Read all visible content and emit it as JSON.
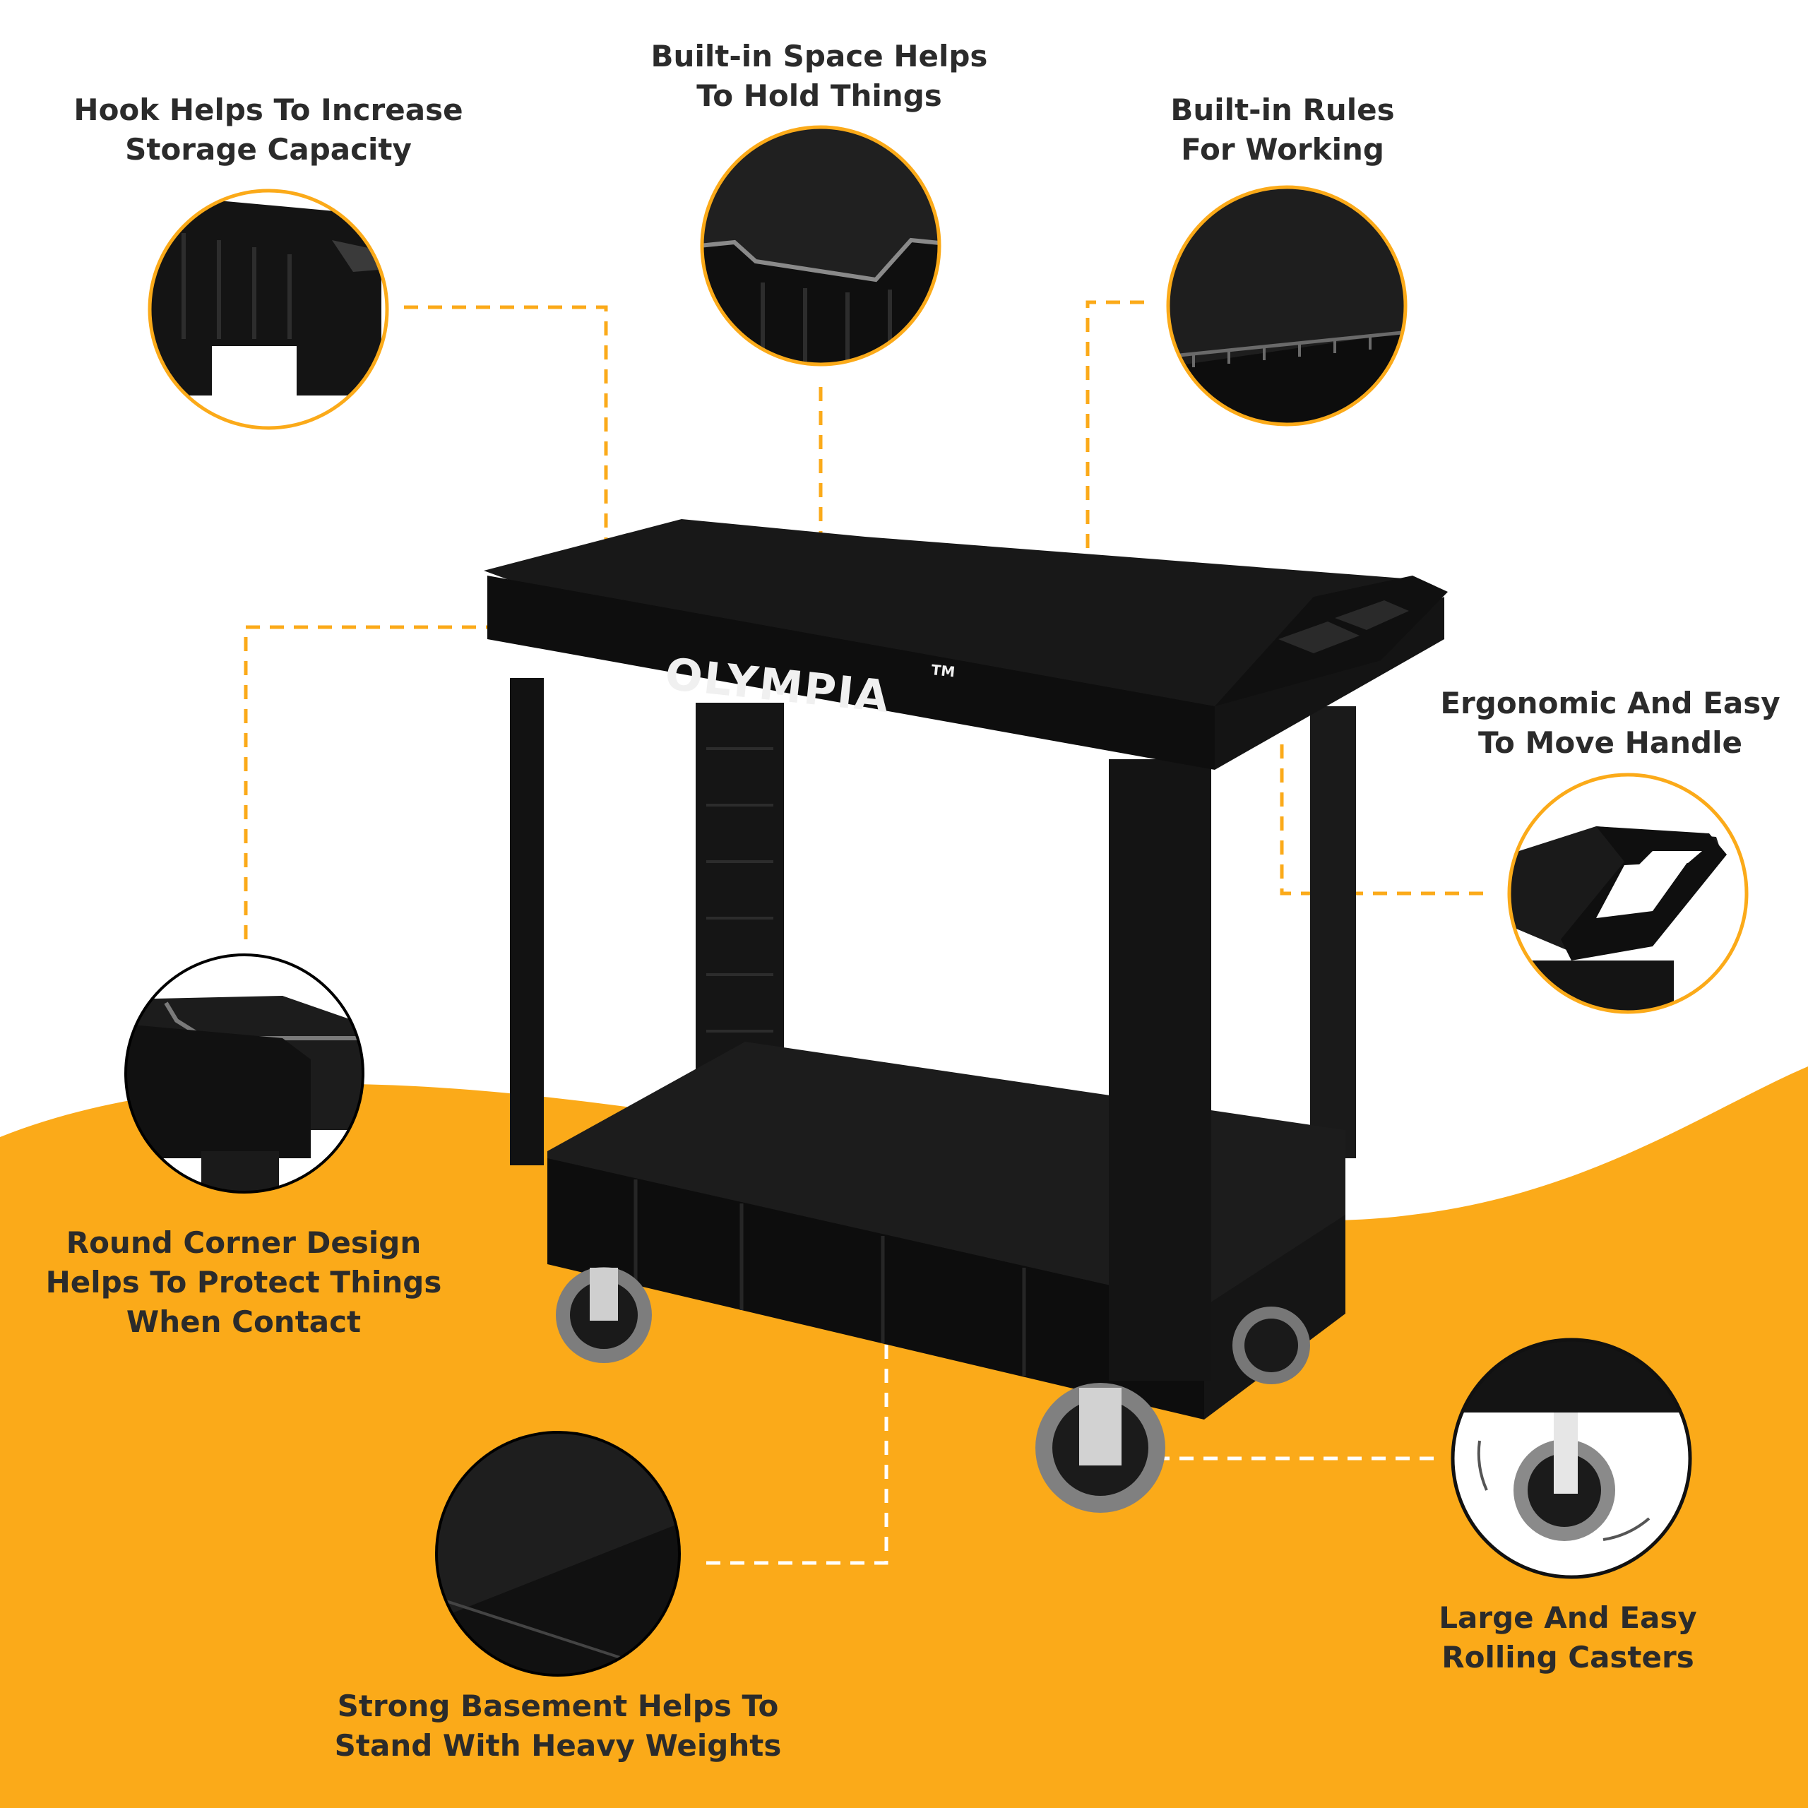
{
  "colors": {
    "accent": "#FBAA19",
    "product": "#111111",
    "text": "#2b2b2b",
    "background": "#FFFFFF"
  },
  "product": {
    "brand": "OLYMPIA",
    "trademark": "TM"
  },
  "features": {
    "hook": {
      "line1": "Hook Helps To Increase",
      "line2": "Storage Capacity",
      "icon": "hook-detail"
    },
    "space": {
      "line1": "Built-in Space Helps",
      "line2": "To Hold Things",
      "icon": "recessed-top-detail"
    },
    "rules": {
      "line1": "Built-in Rules",
      "line2": "For Working",
      "icon": "ruler-edge-detail"
    },
    "handle": {
      "line1": "Ergonomic And Easy",
      "line2": "To Move Handle",
      "icon": "handle-detail"
    },
    "corner": {
      "line1": "Round Corner Design",
      "line2": "Helps To Protect Things",
      "line3": "When Contact",
      "icon": "corner-detail"
    },
    "casters": {
      "line1": "Large And Easy",
      "line2": "Rolling Casters",
      "icon": "caster-detail"
    },
    "basement": {
      "line1": "Strong Basement Helps To",
      "line2": "Stand With Heavy Weights",
      "icon": "shelf-surface-detail"
    }
  }
}
